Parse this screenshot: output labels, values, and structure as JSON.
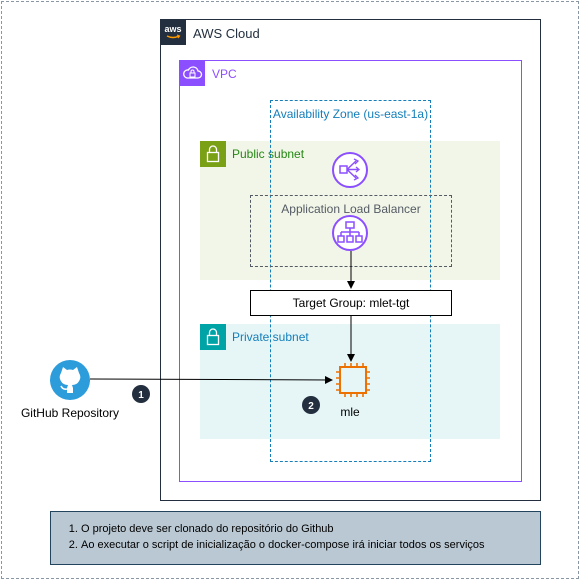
{
  "aws_cloud": {
    "title": "AWS Cloud",
    "logo_text": "aws",
    "color": "#232f3e"
  },
  "vpc": {
    "title": "VPC",
    "color": "#8c4fff"
  },
  "availability_zone": {
    "title": "Availability Zone (us-east-1a)",
    "color": "#147eba"
  },
  "public_subnet": {
    "title": "Public subnet",
    "color": "#7aa116"
  },
  "private_subnet": {
    "title": "Private subnet",
    "color": "#00a4a6"
  },
  "load_balancer": {
    "title": "Application Load Balancer",
    "icon": "elb-icon"
  },
  "target_group": {
    "label": "Target Group: mlet-tgt"
  },
  "instance": {
    "label": "mle",
    "icon": "ec2-instance-icon",
    "color": "#ed7100"
  },
  "github": {
    "label": "GitHub Repository",
    "icon": "github-icon",
    "color": "#2d9cdb"
  },
  "badges": [
    "1",
    "2"
  ],
  "notes": [
    "O projeto deve ser clonado do repositório do Github",
    "Ao executar o script de inicialização o docker-compose irá iniciar todos os serviços"
  ]
}
